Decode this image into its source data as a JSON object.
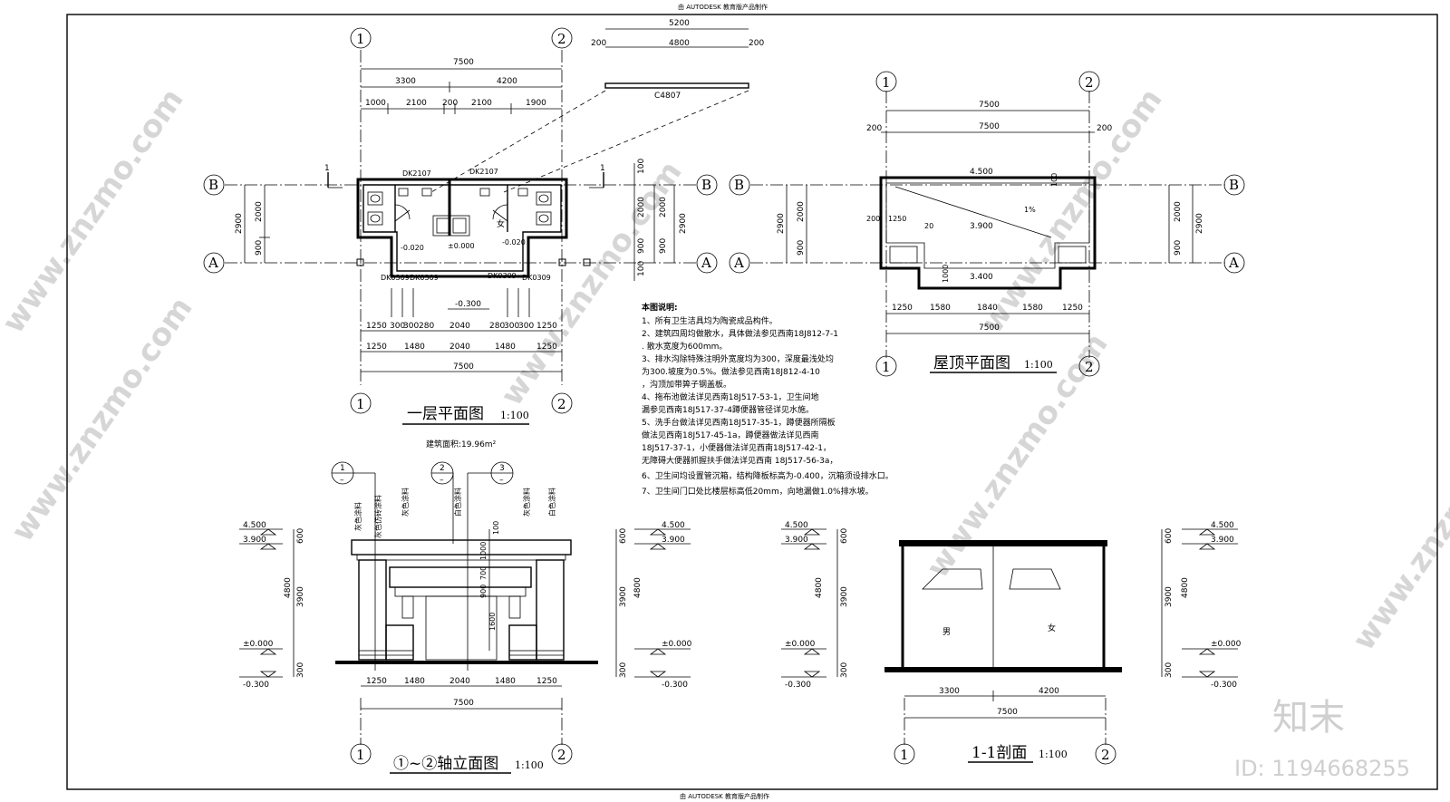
{
  "header": {
    "top_mark": "由 AUTODESK 教育版产品制作",
    "bottom_mark": "由 AUTODESK 教育版产品制作"
  },
  "axes": {
    "a1": "1",
    "a2": "2",
    "aA": "A",
    "aB": "B"
  },
  "floor_plan": {
    "title": "一层平面图",
    "scale": "1:100",
    "area": "建筑面积:19.96m²",
    "dims_top": {
      "total": "7500",
      "d3300": "3300",
      "d4200": "4200",
      "d1000": "1000",
      "d2100a": "2100",
      "d200": "200",
      "d2100b": "2100",
      "d1900": "1900"
    },
    "dims_bottom": {
      "r1": [
        "1250",
        "300",
        "300",
        "280",
        "2040",
        "280",
        "300",
        "300",
        "1250"
      ],
      "r2": [
        "1250",
        "1480",
        "2040",
        "1480",
        "1250"
      ],
      "total": "7500"
    },
    "dims_side": {
      "d2900": "2900",
      "d2000": "2000",
      "d900": "900",
      "d100": "100"
    },
    "labels": {
      "dk2107a": "DK2107",
      "dk2107b": "DK2107",
      "dk0309a": "DK0309",
      "dk0309b": "DK0309",
      "dk0309c": "DK0309",
      "dk0309d": "DK0309",
      "female": "女",
      "lvl1": "-0.020",
      "lvl2": "±0.000",
      "lvl3": "-0.020",
      "lvl4": "-0.300",
      "sect": "1"
    }
  },
  "window_detail": {
    "d5200": "5200",
    "d4800": "4800",
    "d200": "200",
    "code": "C4807"
  },
  "roof_plan": {
    "title": "屋顶平面图",
    "scale": "1:100",
    "dims_top": {
      "total": "7500",
      "inner": "7500",
      "d200": "200"
    },
    "dims_bottom": [
      "1250",
      "1580",
      "1840",
      "1580",
      "1250"
    ],
    "total": "7500",
    "levels": {
      "l1": "4.500",
      "l2": "3.900",
      "l3": "3.400"
    },
    "slope": "1%",
    "small": {
      "d1250": "1250",
      "d20": "20",
      "d200": "200",
      "d1000": "1000",
      "d100": "100"
    }
  },
  "notes": {
    "title": "本图说明:",
    "lines": [
      "1、所有卫生洁具均为陶瓷成品构件。",
      "2、建筑四周均做散水，具体做法参见西南18J812-7-1",
      "  . 散水宽度为600mm。",
      "3、排水沟除特殊注明外宽度均为300，深度最浅处均",
      "  为300.坡度为0.5%。做法参见西南18J812-4-10",
      "  ，沟顶加带箅子钢盖板。",
      "4、拖布池做法详见西南18J517-53-1，卫生间地",
      "  漏参见西南18J517-37-4蹲便器管径详见水施。",
      "5、洗手台做法详见西南18J517-35-1，蹲便器所隔板",
      "  做法见西南18J517-45-1a，蹲便器做法详见西南",
      "  18J517-37-1，小便器做法详见西南18J517-42-1，",
      "  无障碍大便器抓握扶手做法详见西南   18J517-56-3a，",
      "6、卫生间均设置管沉箱，结构降板标高为-0.400，沉箱须设排水口。",
      "7、卫生间门口处比楼层标高低20mm，向地漏做1.0%排水坡。"
    ]
  },
  "elevation": {
    "title": "①~②轴立面图",
    "scale": "1:100",
    "levels": {
      "top": "4.500",
      "roof": "3.900",
      "zero": "±0.000",
      "base": "-0.300"
    },
    "dims_side": {
      "d600": "600",
      "d4800": "4800",
      "d3900": "3900",
      "d300": "300"
    },
    "dims_mid": {
      "d100": "100",
      "d1000": "1000",
      "d700": "700",
      "d900": "900",
      "d1600": "1600"
    },
    "bottom": [
      "1250",
      "1480",
      "2040",
      "1480",
      "1250"
    ],
    "total": "7500",
    "materials": {
      "m1": "灰色涂料",
      "m2": "灰色仿砖涂料",
      "m3": "灰色涂料",
      "m4": "白色涂料",
      "m5": "灰色涂料",
      "m6": "白色涂料"
    },
    "callouts": {
      "c1": "1",
      "c2": "2",
      "c3": "3",
      "dash": "–"
    }
  },
  "section": {
    "title": "1-1剖面",
    "scale": "1:100",
    "rooms": {
      "male": "男",
      "female": "女"
    },
    "dims": {
      "d3300": "3300",
      "d4200": "4200",
      "total": "7500"
    }
  },
  "watermark": {
    "site": "www.znzmo.com",
    "brand": "知末",
    "id": "ID: 1194668255"
  }
}
